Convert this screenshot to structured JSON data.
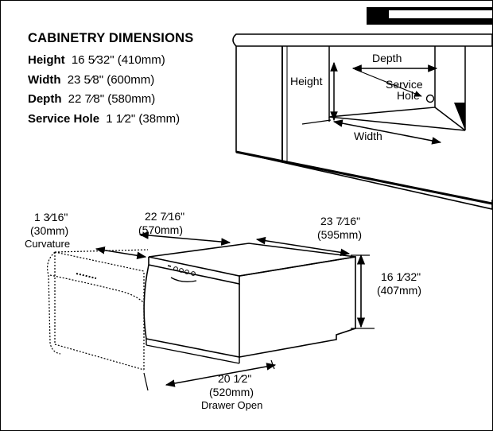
{
  "title": "CABINETRY DIMENSIONS",
  "specs": [
    {
      "label": "Height",
      "value": "16 5⁄32\" (410mm)"
    },
    {
      "label": "Width",
      "value": "23 5⁄8\" (600mm)"
    },
    {
      "label": "Depth",
      "value": "22 7⁄8\" (580mm)"
    },
    {
      "label": "Service Hole",
      "value": "1 1⁄2\" (38mm)"
    }
  ],
  "cabinet_labels": {
    "height": "Height",
    "depth": "Depth",
    "width": "Width",
    "service_line1": "Service",
    "service_line2": "Hole"
  },
  "product_dims": {
    "curvature": {
      "line1": "1 3⁄16\"",
      "line2": "(30mm)",
      "line3": "Curvature"
    },
    "depth": {
      "line1": "22 7⁄16\"",
      "line2": "(570mm)"
    },
    "width": {
      "line1": "23 7⁄16\"",
      "line2": "(595mm)"
    },
    "height": {
      "line1": "16 1⁄32\"",
      "line2": "(407mm)"
    },
    "drawer": {
      "line1": "20 1⁄2\"",
      "line2": "(520mm)",
      "line3": "Drawer Open"
    }
  }
}
